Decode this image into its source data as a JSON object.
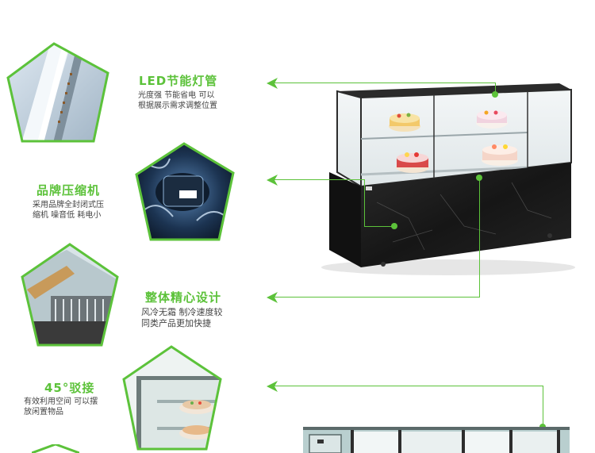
{
  "features": [
    {
      "title": "LED节能灯管",
      "desc": [
        "光度强 节能省电 可以",
        "根据展示需求调整位置"
      ]
    },
    {
      "title": "品牌压缩机",
      "desc": [
        "采用品牌全封闭式压",
        "缩机 噪音低 耗电小"
      ]
    },
    {
      "title": "整体精心设计",
      "desc": [
        "风冷无霜 制冷速度较",
        "同类产品更加快捷"
      ]
    },
    {
      "title": "45°驳接",
      "desc": [
        "有效利用空间 可以摆",
        "放闲置物品"
      ]
    }
  ],
  "colors": {
    "accent": "#5cc23a",
    "cabinet": "#1e1e1e",
    "glass": "#cfd8dc"
  },
  "icons": [
    "led-tube-icon",
    "compressor-icon",
    "cabinet-detail-icon",
    "corner-joint-icon",
    "arrow-left-icon"
  ]
}
